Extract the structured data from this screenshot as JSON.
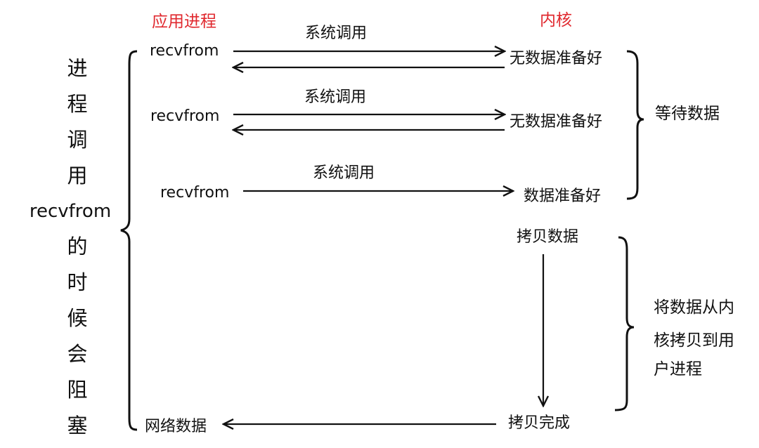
{
  "headers": {
    "app_process": "应用进程",
    "kernel": "内核"
  },
  "left_label": {
    "chars": [
      "进",
      "程",
      "调",
      "用",
      "recvfrom",
      "的",
      "时",
      "候",
      "会",
      "阻",
      "塞"
    ]
  },
  "calls": [
    {
      "label": "系统调用",
      "caller": "recvfrom",
      "kernel_state": "无数据准备好"
    },
    {
      "label": "系统调用",
      "caller": "recvfrom",
      "kernel_state": "无数据准备好"
    },
    {
      "label": "系统调用",
      "caller": "recvfrom",
      "kernel_state": "数据准备好"
    }
  ],
  "wait_label": "等待数据",
  "copy": {
    "start": "拷贝数据",
    "done": "拷贝完成",
    "description_lines": [
      "将数据从内",
      "核拷贝到用",
      "户进程"
    ]
  },
  "network_data": "网络数据"
}
